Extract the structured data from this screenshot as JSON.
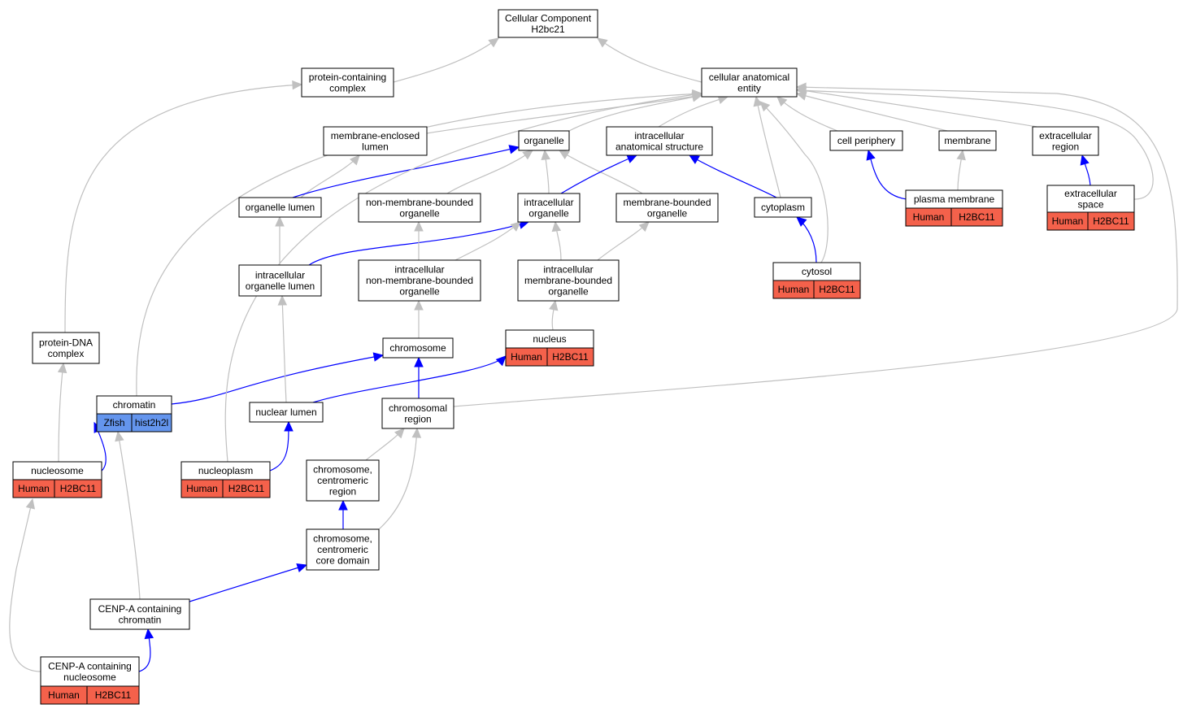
{
  "colors": {
    "edge_gray": "#c0c0c0",
    "edge_blue": "#0000ff",
    "tag_human": "#f4614b",
    "tag_zfish": "#6495ed",
    "tag_text": "#000000"
  },
  "nodes": {
    "cc_root": {
      "lines": [
        "Cellular Component",
        "H2bc21"
      ]
    },
    "protein_containing_complex": {
      "lines": [
        "protein-containing",
        "complex"
      ]
    },
    "cellular_anatomical_entity": {
      "lines": [
        "cellular anatomical",
        "entity"
      ]
    },
    "membrane_enclosed_lumen": {
      "lines": [
        "membrane-enclosed",
        "lumen"
      ]
    },
    "organelle": {
      "lines": [
        "organelle"
      ]
    },
    "intracellular_anatomical_structure": {
      "lines": [
        "intracellular",
        "anatomical structure"
      ]
    },
    "cell_periphery": {
      "lines": [
        "cell periphery"
      ]
    },
    "membrane": {
      "lines": [
        "membrane"
      ]
    },
    "extracellular_region": {
      "lines": [
        "extracellular",
        "region"
      ]
    },
    "organelle_lumen": {
      "lines": [
        "organelle lumen"
      ]
    },
    "non_membrane_bounded_organelle": {
      "lines": [
        "non-membrane-bounded",
        "organelle"
      ]
    },
    "intracellular_organelle": {
      "lines": [
        "intracellular",
        "organelle"
      ]
    },
    "membrane_bounded_organelle": {
      "lines": [
        "membrane-bounded",
        "organelle"
      ]
    },
    "cytoplasm": {
      "lines": [
        "cytoplasm"
      ]
    },
    "plasma_membrane": {
      "lines": [
        "plasma membrane"
      ],
      "tags": [
        {
          "species": "Human",
          "gene": "H2BC11"
        }
      ]
    },
    "extracellular_space": {
      "lines": [
        "extracellular",
        "space"
      ],
      "tags": [
        {
          "species": "Human",
          "gene": "H2BC11"
        }
      ]
    },
    "intracellular_organelle_lumen": {
      "lines": [
        "intracellular",
        "organelle lumen"
      ]
    },
    "intracellular_non_membrane_bounded_organelle": {
      "lines": [
        "intracellular",
        "non-membrane-bounded",
        "organelle"
      ]
    },
    "intracellular_membrane_bounded_organelle": {
      "lines": [
        "intracellular",
        "membrane-bounded",
        "organelle"
      ]
    },
    "cytosol": {
      "lines": [
        "cytosol"
      ],
      "tags": [
        {
          "species": "Human",
          "gene": "H2BC11"
        }
      ]
    },
    "protein_dna_complex": {
      "lines": [
        "protein-DNA",
        "complex"
      ]
    },
    "chromosome": {
      "lines": [
        "chromosome"
      ]
    },
    "nucleus": {
      "lines": [
        "nucleus"
      ],
      "tags": [
        {
          "species": "Human",
          "gene": "H2BC11"
        }
      ]
    },
    "chromatin": {
      "lines": [
        "chromatin"
      ],
      "tags": [
        {
          "species": "Zfish",
          "gene": "hist2h2l"
        }
      ]
    },
    "nuclear_lumen": {
      "lines": [
        "nuclear lumen"
      ]
    },
    "chromosomal_region": {
      "lines": [
        "chromosomal",
        "region"
      ]
    },
    "nucleosome": {
      "lines": [
        "nucleosome"
      ],
      "tags": [
        {
          "species": "Human",
          "gene": "H2BC11"
        }
      ]
    },
    "nucleoplasm": {
      "lines": [
        "nucleoplasm"
      ],
      "tags": [
        {
          "species": "Human",
          "gene": "H2BC11"
        }
      ]
    },
    "chromosome_centromeric_region": {
      "lines": [
        "chromosome,",
        "centromeric",
        "region"
      ]
    },
    "chromosome_centromeric_core_domain": {
      "lines": [
        "chromosome,",
        "centromeric",
        "core domain"
      ]
    },
    "cenp_a_containing_chromatin": {
      "lines": [
        "CENP-A containing",
        "chromatin"
      ]
    },
    "cenp_a_containing_nucleosome": {
      "lines": [
        "CENP-A containing",
        "nucleosome"
      ],
      "tags": [
        {
          "species": "Human",
          "gene": "H2BC11"
        }
      ]
    }
  },
  "edges": [
    {
      "from": "protein_containing_complex",
      "to": "cc_root",
      "type": "is_a"
    },
    {
      "from": "cellular_anatomical_entity",
      "to": "cc_root",
      "type": "is_a"
    },
    {
      "from": "membrane_enclosed_lumen",
      "to": "cellular_anatomical_entity",
      "type": "is_a"
    },
    {
      "from": "organelle",
      "to": "cellular_anatomical_entity",
      "type": "is_a"
    },
    {
      "from": "intracellular_anatomical_structure",
      "to": "cellular_anatomical_entity",
      "type": "is_a"
    },
    {
      "from": "cell_periphery",
      "to": "cellular_anatomical_entity",
      "type": "is_a"
    },
    {
      "from": "membrane",
      "to": "cellular_anatomical_entity",
      "type": "is_a"
    },
    {
      "from": "extracellular_region",
      "to": "cellular_anatomical_entity",
      "type": "is_a"
    },
    {
      "from": "organelle_lumen",
      "to": "membrane_enclosed_lumen",
      "type": "is_a"
    },
    {
      "from": "organelle_lumen",
      "to": "organelle",
      "type": "part_of"
    },
    {
      "from": "non_membrane_bounded_organelle",
      "to": "organelle",
      "type": "is_a"
    },
    {
      "from": "intracellular_organelle",
      "to": "organelle",
      "type": "is_a"
    },
    {
      "from": "membrane_bounded_organelle",
      "to": "organelle",
      "type": "is_a"
    },
    {
      "from": "intracellular_organelle",
      "to": "intracellular_anatomical_structure",
      "type": "part_of"
    },
    {
      "from": "cytoplasm",
      "to": "intracellular_anatomical_structure",
      "type": "part_of"
    },
    {
      "from": "cytoplasm",
      "to": "cellular_anatomical_entity",
      "type": "is_a"
    },
    {
      "from": "plasma_membrane",
      "to": "cell_periphery",
      "type": "part_of"
    },
    {
      "from": "plasma_membrane",
      "to": "membrane",
      "type": "is_a"
    },
    {
      "from": "extracellular_space",
      "to": "extracellular_region",
      "type": "part_of"
    },
    {
      "from": "extracellular_space",
      "to": "cellular_anatomical_entity",
      "type": "is_a"
    },
    {
      "from": "intracellular_organelle_lumen",
      "to": "organelle_lumen",
      "type": "is_a"
    },
    {
      "from": "intracellular_organelle_lumen",
      "to": "intracellular_organelle",
      "type": "part_of"
    },
    {
      "from": "intracellular_non_membrane_bounded_organelle",
      "to": "non_membrane_bounded_organelle",
      "type": "is_a"
    },
    {
      "from": "intracellular_non_membrane_bounded_organelle",
      "to": "intracellular_organelle",
      "type": "is_a"
    },
    {
      "from": "intracellular_membrane_bounded_organelle",
      "to": "intracellular_organelle",
      "type": "is_a"
    },
    {
      "from": "intracellular_membrane_bounded_organelle",
      "to": "membrane_bounded_organelle",
      "type": "is_a"
    },
    {
      "from": "cytosol",
      "to": "cytoplasm",
      "type": "part_of"
    },
    {
      "from": "cytosol",
      "to": "cellular_anatomical_entity",
      "type": "is_a"
    },
    {
      "from": "protein_dna_complex",
      "to": "protein_containing_complex",
      "type": "is_a"
    },
    {
      "from": "chromosome",
      "to": "intracellular_non_membrane_bounded_organelle",
      "type": "is_a"
    },
    {
      "from": "nucleus",
      "to": "intracellular_membrane_bounded_organelle",
      "type": "is_a"
    },
    {
      "from": "chromatin",
      "to": "chromosome",
      "type": "part_of"
    },
    {
      "from": "chromatin",
      "to": "cellular_anatomical_entity",
      "type": "is_a"
    },
    {
      "from": "nuclear_lumen",
      "to": "intracellular_organelle_lumen",
      "type": "is_a"
    },
    {
      "from": "nuclear_lumen",
      "to": "nucleus",
      "type": "part_of"
    },
    {
      "from": "chromosomal_region",
      "to": "chromosome",
      "type": "part_of"
    },
    {
      "from": "chromosomal_region",
      "to": "cellular_anatomical_entity",
      "type": "is_a"
    },
    {
      "from": "nucleosome",
      "to": "protein_dna_complex",
      "type": "is_a"
    },
    {
      "from": "nucleosome",
      "to": "chromatin",
      "type": "part_of"
    },
    {
      "from": "nucleoplasm",
      "to": "nuclear_lumen",
      "type": "part_of"
    },
    {
      "from": "nucleoplasm",
      "to": "cellular_anatomical_entity",
      "type": "is_a"
    },
    {
      "from": "chromosome_centromeric_region",
      "to": "chromosomal_region",
      "type": "is_a"
    },
    {
      "from": "chromosome_centromeric_core_domain",
      "to": "chromosome_centromeric_region",
      "type": "part_of"
    },
    {
      "from": "chromosome_centromeric_core_domain",
      "to": "chromosomal_region",
      "type": "is_a"
    },
    {
      "from": "cenp_a_containing_chromatin",
      "to": "chromosome_centromeric_core_domain",
      "type": "part_of"
    },
    {
      "from": "cenp_a_containing_chromatin",
      "to": "chromatin",
      "type": "is_a"
    },
    {
      "from": "cenp_a_containing_nucleosome",
      "to": "cenp_a_containing_chromatin",
      "type": "part_of"
    },
    {
      "from": "cenp_a_containing_nucleosome",
      "to": "nucleosome",
      "type": "is_a"
    }
  ]
}
